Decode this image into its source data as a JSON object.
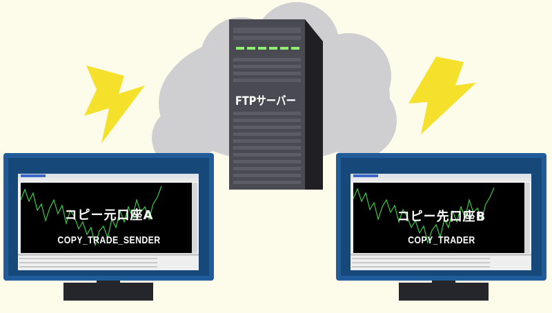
{
  "server": {
    "label": "FTPサーバー"
  },
  "sender": {
    "title": "コピー元口座A",
    "ea": "COPY_TRADE_SENDER"
  },
  "receiver": {
    "title": "コピー先口座B",
    "ea": "COPY_TRADER"
  },
  "icons": {
    "left_link": "lightning-bolt-icon",
    "right_link": "lightning-bolt-icon"
  },
  "colors": {
    "background": "#fdfbe9",
    "cloud": "#cfcfd1",
    "monitor": "#1f5c99",
    "server": "#3f3f45",
    "server_led": "#8ef072",
    "bolt": "#f5e02c",
    "chart_line": "#35d046"
  }
}
